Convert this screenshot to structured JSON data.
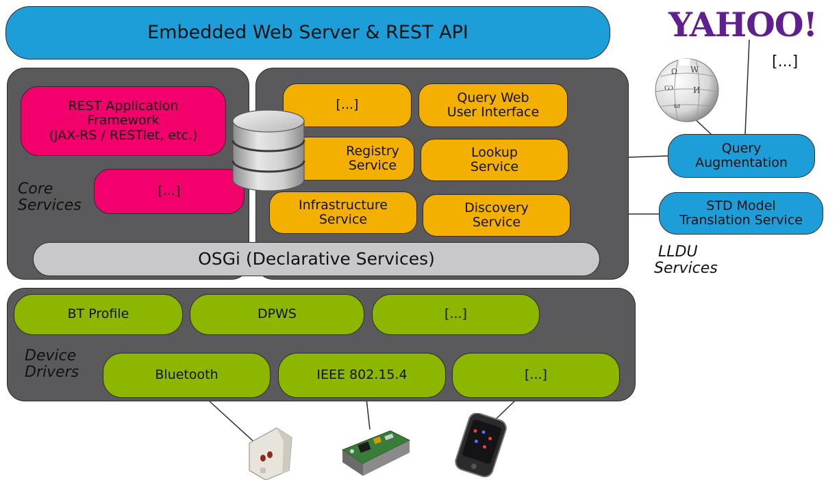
{
  "top_bar": {
    "label": "Embedded Web Server & REST API"
  },
  "core": {
    "label_line1": "Core",
    "label_line2": "Services",
    "rest_framework": {
      "line1": "REST Application",
      "line2": "Framework",
      "line3": "(JAX-RS / RESTlet, etc.)"
    },
    "ellipsis": "[...]"
  },
  "lldu": {
    "label_line1": "LLDU",
    "label_line2": "Services",
    "ellipsis": "[...]",
    "query_web_ui": {
      "line1": "Query Web",
      "line2": "User Interface"
    },
    "registry": {
      "line1": "Registry",
      "line2": "Service"
    },
    "lookup": {
      "line1": "Lookup",
      "line2": "Service"
    },
    "infrastructure": {
      "line1": "Infrastructure",
      "line2": "Service"
    },
    "discovery": {
      "line1": "Discovery",
      "line2": "Service"
    }
  },
  "osgi": {
    "label": "OSGi (Declarative Services)"
  },
  "external": {
    "yahoo_logo": "YAHOO!",
    "ellipsis": "[...]",
    "query_augmentation": {
      "line1": "Query",
      "line2": "Augmentation"
    },
    "std_model": {
      "line1": "STD Model",
      "line2": "Translation Service"
    }
  },
  "drivers": {
    "label_line1": "Device",
    "label_line2": "Drivers",
    "bt_profile": "BT Profile",
    "dpws": "DPWS",
    "ellipsis_top": "[...]",
    "bluetooth": "Bluetooth",
    "ieee": "IEEE 802.15.4",
    "ellipsis_bottom": "[...]"
  },
  "colors": {
    "top_bar": "#1e9ed8",
    "panel": "#5a5a5c",
    "orange": "#f4b000",
    "green": "#8db600",
    "magenta": "#f2006c",
    "osgi": "#c8c8ca",
    "yahoo": "#5f1f8f"
  }
}
